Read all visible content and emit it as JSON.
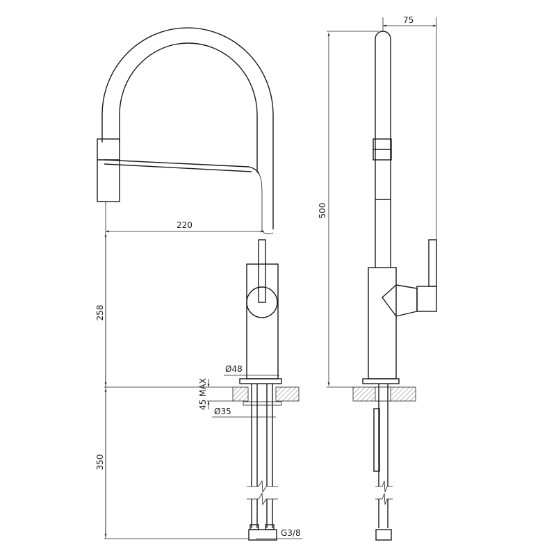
{
  "title": "Kitchen faucet with pull-out spray technical drawing",
  "dimensions": {
    "spout_reach": "220",
    "body_height": "258",
    "hose_length": "350",
    "deck_thickness": "45 MAX",
    "body_diameter": "Ø48",
    "hole_diameter": "Ø35",
    "connection": "G3/8",
    "side_offset": "75",
    "total_height": "500"
  }
}
